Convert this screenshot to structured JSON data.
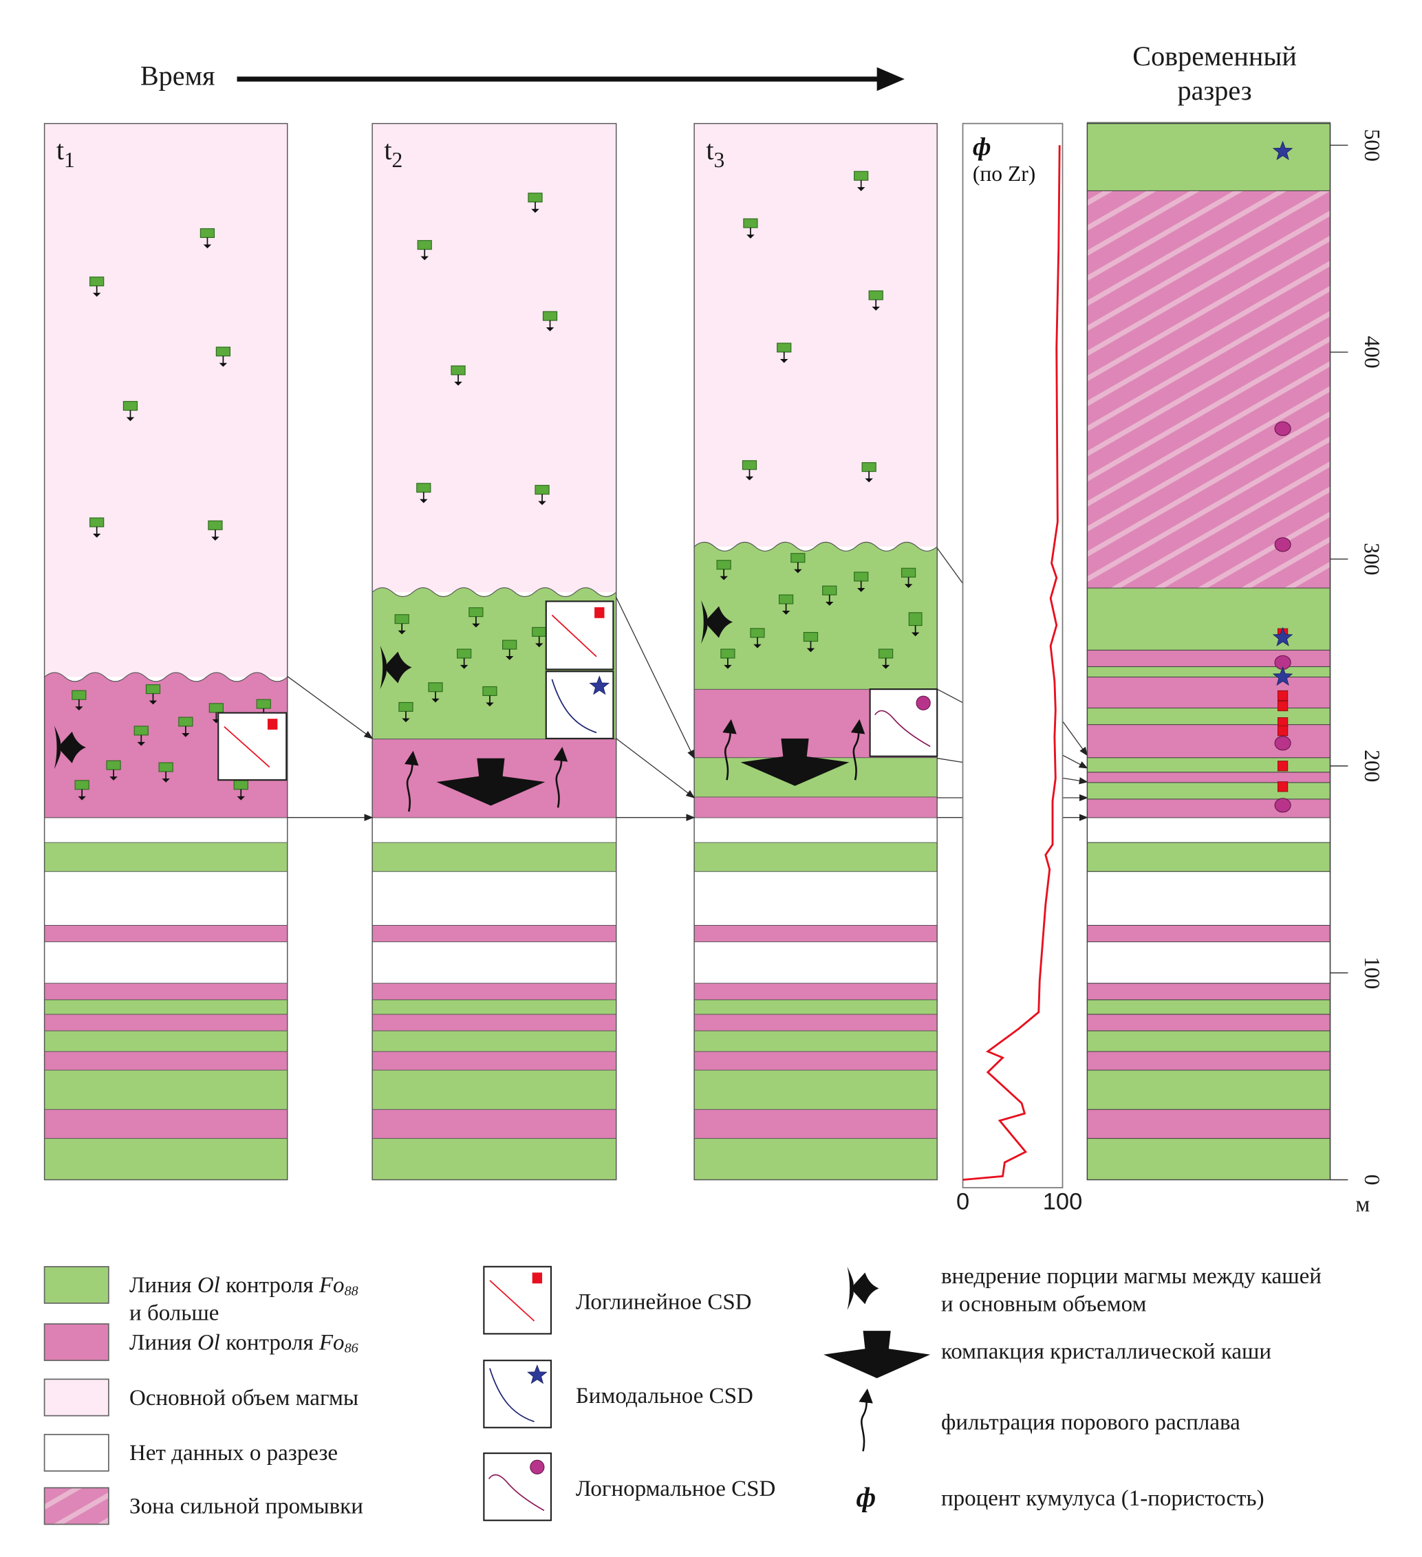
{
  "header": {
    "time_label": "Время",
    "modern_title_line1": "Современный",
    "modern_title_line2": "разрез"
  },
  "colors": {
    "green": "#9fd077",
    "pink": "#dd80b3",
    "pale": "#fdeaf4",
    "white": "#ffffff",
    "hatch_base": "#de86b8",
    "hatch_stripe": "#e9b6cf",
    "red": "#e8101e",
    "star": "#2e3a98",
    "circle": "#b8348a",
    "crystal": "#5aaa3c"
  },
  "stages": [
    {
      "label": "t",
      "sub": "1",
      "layers": [
        [
          175,
          243,
          "pink"
        ],
        [
          243,
          511,
          "pale"
        ]
      ]
    },
    {
      "label": "t",
      "sub": "2",
      "layers": [
        [
          175,
          213,
          "pink"
        ],
        [
          213,
          284,
          "green"
        ],
        [
          284,
          511,
          "pale"
        ]
      ]
    },
    {
      "label": "t",
      "sub": "3",
      "layers": [
        [
          175,
          185,
          "pink"
        ],
        [
          185,
          204,
          "green"
        ],
        [
          204,
          237,
          "pink"
        ],
        [
          237,
          306,
          "green"
        ],
        [
          306,
          511,
          "pale"
        ]
      ]
    }
  ],
  "common_layers": [
    [
      0,
      20,
      "green"
    ],
    [
      20,
      34,
      "pink"
    ],
    [
      34,
      53,
      "green"
    ],
    [
      53,
      62,
      "pink"
    ],
    [
      62,
      72,
      "green"
    ],
    [
      72,
      80,
      "pink"
    ],
    [
      80,
      87,
      "green"
    ],
    [
      87,
      95,
      "pink"
    ],
    [
      95,
      115,
      "white"
    ],
    [
      115,
      123,
      "pink"
    ],
    [
      123,
      149,
      "white"
    ],
    [
      149,
      163,
      "green"
    ],
    [
      163,
      175,
      "white"
    ]
  ],
  "modern_layers": [
    [
      0,
      20,
      "green"
    ],
    [
      20,
      34,
      "pink"
    ],
    [
      34,
      53,
      "green"
    ],
    [
      53,
      62,
      "pink"
    ],
    [
      62,
      72,
      "green"
    ],
    [
      72,
      80,
      "pink"
    ],
    [
      80,
      87,
      "green"
    ],
    [
      87,
      95,
      "pink"
    ],
    [
      95,
      115,
      "white"
    ],
    [
      115,
      123,
      "pink"
    ],
    [
      123,
      149,
      "white"
    ],
    [
      149,
      163,
      "green"
    ],
    [
      163,
      175,
      "white"
    ],
    [
      175,
      184,
      "pink"
    ],
    [
      184,
      192,
      "green"
    ],
    [
      192,
      197,
      "pink"
    ],
    [
      197,
      204,
      "green"
    ],
    [
      204,
      220,
      "pink"
    ],
    [
      220,
      228,
      "green"
    ],
    [
      228,
      243,
      "pink"
    ],
    [
      243,
      248,
      "green"
    ],
    [
      248,
      256,
      "pink"
    ],
    [
      256,
      286,
      "green"
    ],
    [
      286,
      478,
      "hatch"
    ],
    [
      478,
      511,
      "green"
    ]
  ],
  "modern_markers": [
    {
      "m": 497,
      "type": "star"
    },
    {
      "m": 363,
      "type": "circle"
    },
    {
      "m": 307,
      "type": "circle"
    },
    {
      "m": 264,
      "type": "square"
    },
    {
      "m": 262,
      "type": "star"
    },
    {
      "m": 250,
      "type": "circle"
    },
    {
      "m": 243,
      "type": "star"
    },
    {
      "m": 234,
      "type": "square"
    },
    {
      "m": 229,
      "type": "square"
    },
    {
      "m": 221,
      "type": "square"
    },
    {
      "m": 217,
      "type": "square"
    },
    {
      "m": 211,
      "type": "circle"
    },
    {
      "m": 200,
      "type": "square"
    },
    {
      "m": 190,
      "type": "square"
    },
    {
      "m": 181,
      "type": "circle"
    }
  ],
  "phi_panel": {
    "symbol": "ф",
    "subtitle": "(по Zr)",
    "x_min_label": "0",
    "x_max_label": "100",
    "xlim": [
      0,
      100
    ],
    "series": [
      [
        0,
        0
      ],
      [
        1.7,
        40
      ],
      [
        8.4,
        42
      ],
      [
        13.5,
        63
      ],
      [
        28.6,
        37
      ],
      [
        32,
        62
      ],
      [
        37,
        59
      ],
      [
        52,
        25
      ],
      [
        59,
        40
      ],
      [
        62,
        25
      ],
      [
        73,
        56
      ],
      [
        81,
        76
      ],
      [
        96,
        77
      ],
      [
        133,
        83
      ],
      [
        150,
        87
      ],
      [
        157,
        83
      ],
      [
        162,
        90
      ],
      [
        183,
        90
      ],
      [
        194,
        93
      ],
      [
        214,
        92
      ],
      [
        227,
        93
      ],
      [
        241,
        92
      ],
      [
        258,
        88
      ],
      [
        268,
        94
      ],
      [
        281,
        88
      ],
      [
        291,
        94
      ],
      [
        298,
        89
      ],
      [
        318,
        95
      ],
      [
        402,
        94
      ],
      [
        450,
        96
      ],
      [
        500,
        97
      ]
    ]
  },
  "depth_axis": {
    "unit": "м",
    "ticks": [
      "0",
      "100",
      "200",
      "300",
      "400",
      "500"
    ],
    "tick_values": [
      0,
      100,
      200,
      300,
      400,
      500
    ]
  },
  "legend": {
    "layers": [
      {
        "swatch": "green",
        "line1_a": "Линия ",
        "line1_i": "Ol",
        "line1_b": " контроля ",
        "line1_fo": "Fo",
        "line1_sub": "88",
        "line2": "и больше"
      },
      {
        "swatch": "pink",
        "line1_a": "Линия ",
        "line1_i": "Ol",
        "line1_b": " контроля ",
        "line1_fo": "Fo",
        "line1_sub": "86"
      },
      {
        "swatch": "pale",
        "text": "Основной объем магмы"
      },
      {
        "swatch": "white",
        "text": "Нет данных о разрезе"
      },
      {
        "swatch": "hatch",
        "text": "Зона сильной промывки"
      }
    ],
    "csd": [
      {
        "type": "square",
        "text": "Логлинейное CSD"
      },
      {
        "type": "star",
        "text": "Бимодальное CSD"
      },
      {
        "type": "circle",
        "text": "Логнормальное CSD"
      }
    ],
    "processes": [
      {
        "icon": "intrusion",
        "line1": "внедрение порции магмы между кашей",
        "line2": "и основным объемом"
      },
      {
        "icon": "compaction",
        "line1": "компакция кристаллической каши"
      },
      {
        "icon": "filtration",
        "line1": "фильтрация порового расплава"
      },
      {
        "icon": "phi",
        "line1": "процент кумулуса (1-пористость)"
      }
    ]
  }
}
